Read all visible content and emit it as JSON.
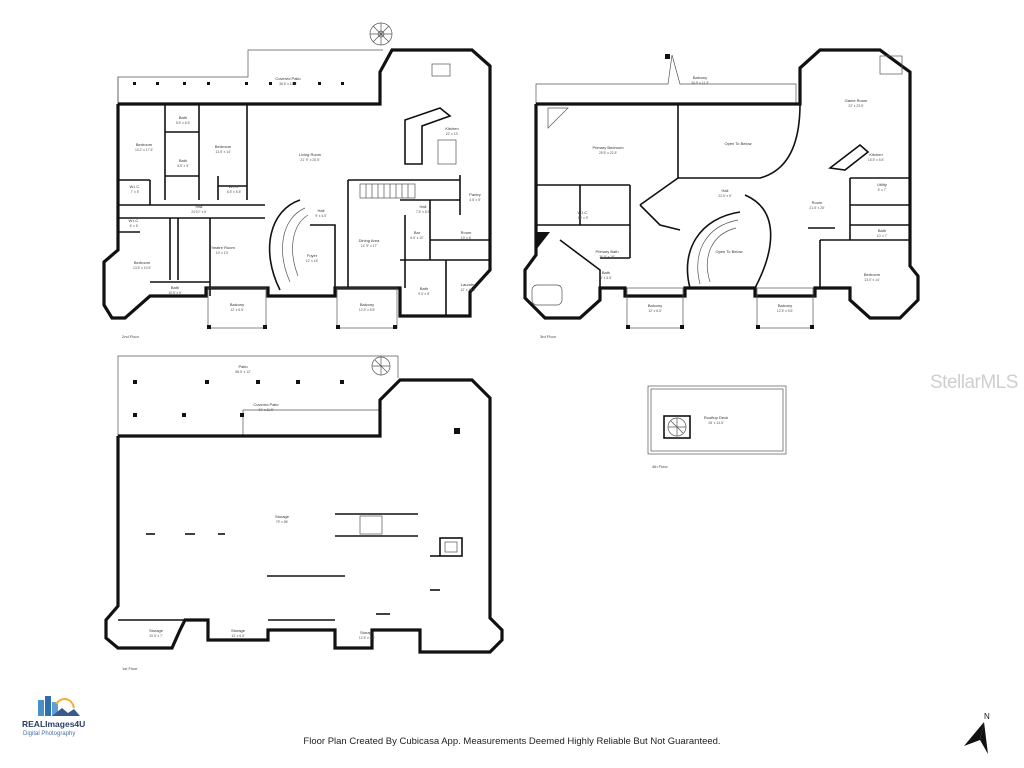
{
  "floors": {
    "second": {
      "label": "2nd Floor",
      "rooms": [
        {
          "id": "covered-patio",
          "name": "Covered Patio",
          "dims": "36.5' x 11.5'"
        },
        {
          "id": "living-room",
          "name": "Living Room",
          "dims": "21' 9\" x 20.5'"
        },
        {
          "id": "kitchen",
          "name": "Kitchen",
          "dims": "22' x 13'"
        },
        {
          "id": "bedroom-a",
          "name": "Bedroom",
          "dims": "10.2' x 17.5'"
        },
        {
          "id": "bath-a",
          "name": "Bath",
          "dims": "5.5' x 6.5'"
        },
        {
          "id": "bath-b",
          "name": "Bath",
          "dims": "5.5' x 9'"
        },
        {
          "id": "bedroom-b",
          "name": "Bedroom",
          "dims": "13.5' x 14'"
        },
        {
          "id": "wic-a",
          "name": "W.I.C.",
          "dims": "6.5' x 5.5'"
        },
        {
          "id": "wic-b",
          "name": "W.I.C.",
          "dims": "7' x 5'"
        },
        {
          "id": "hall-a",
          "name": "Hall",
          "dims": "24'10\" x 6'"
        },
        {
          "id": "hall-b",
          "name": "Hall",
          "dims": "9' x 4.5'"
        },
        {
          "id": "wic-c",
          "name": "W.I.C.",
          "dims": "6' x 6'"
        },
        {
          "id": "theatre",
          "name": "Theatre Room",
          "dims": "19' x 13'"
        },
        {
          "id": "foyer",
          "name": "Foyer",
          "dims": "12' x 16'"
        },
        {
          "id": "dining",
          "name": "Dining Area",
          "dims": "14' 9\" x 17'"
        },
        {
          "id": "pantry",
          "name": "Pantry",
          "dims": "4.5' x 5'"
        },
        {
          "id": "hall-c",
          "name": "Hall",
          "dims": "7.5' x 8.5'"
        },
        {
          "id": "bar",
          "name": "Bar",
          "dims": "6.5' x 10'"
        },
        {
          "id": "room-a",
          "name": "Room",
          "dims": "13' x 6'"
        },
        {
          "id": "bedroom-c",
          "name": "Bedroom",
          "dims": "13.5' x 19.5'"
        },
        {
          "id": "bath-c",
          "name": "Bath",
          "dims": "10.5' x 6'"
        },
        {
          "id": "balcony-a",
          "name": "Balcony",
          "dims": "12' x 6.5'"
        },
        {
          "id": "balcony-b",
          "name": "Balcony",
          "dims": "12.5' x 5.5'"
        },
        {
          "id": "bath-d",
          "name": "Bath",
          "dims": "9.5' x 8'"
        },
        {
          "id": "laundry",
          "name": "Laundry",
          "dims": "12' x 13.5'"
        }
      ]
    },
    "third": {
      "label": "3rd Floor",
      "rooms": [
        {
          "id": "balcony-top",
          "name": "Balcony",
          "dims": "34.5' x 11.5'"
        },
        {
          "id": "primary-bedroom",
          "name": "Primary Bedroom",
          "dims": "25.5' x 22.5'"
        },
        {
          "id": "open-below-1",
          "name": "Open To Below",
          "dims": ""
        },
        {
          "id": "game-room",
          "name": "Game Room",
          "dims": "22' x 23.5'"
        },
        {
          "id": "kitchen-3",
          "name": "Kitchen",
          "dims": "15.5' x 5.5'"
        },
        {
          "id": "wic-3",
          "name": "W.I.C.",
          "dims": "18' x 9'"
        },
        {
          "id": "hall-3",
          "name": "Hall",
          "dims": "22.5' x 9'"
        },
        {
          "id": "utility",
          "name": "Utility",
          "dims": "6' x 7'"
        },
        {
          "id": "room-3",
          "name": "Room",
          "dims": "21.5' x 25'"
        },
        {
          "id": "primary-bath",
          "name": "Primary Bath",
          "dims": "30.5' x 18'"
        },
        {
          "id": "bath-3a",
          "name": "Bath",
          "dims": "6' x 5.5'"
        },
        {
          "id": "open-below-2",
          "name": "Open To Below",
          "dims": ""
        },
        {
          "id": "bath-3b",
          "name": "Bath",
          "dims": "10' x 7'"
        },
        {
          "id": "bedroom-3",
          "name": "Bedroom",
          "dims": "13.0' x 14'"
        },
        {
          "id": "balcony-3a",
          "name": "Balcony",
          "dims": "12' x 6.5'"
        },
        {
          "id": "balcony-3b",
          "name": "Balcony",
          "dims": "12.5' x 9.5'"
        }
      ]
    },
    "first": {
      "label": "1st Floor",
      "rooms": [
        {
          "id": "patio",
          "name": "Patio",
          "dims": "58.5' x 12'"
        },
        {
          "id": "covered-patio-1",
          "name": "Covered Patio",
          "dims": "34' x 11.5'"
        },
        {
          "id": "storage-main",
          "name": "Storage",
          "dims": "79' x 56'"
        },
        {
          "id": "storage-1",
          "name": "Storage",
          "dims": "20.5' x 7'"
        },
        {
          "id": "storage-2",
          "name": "Storage",
          "dims": "12' x 6.5'"
        },
        {
          "id": "storage-3",
          "name": "Storage",
          "dims": "12.5' x 6.5'"
        }
      ]
    },
    "fourth": {
      "label": "4th Floor",
      "rooms": [
        {
          "id": "rooftop-deck",
          "name": "Rooftop Deck",
          "dims": "28' x 14.5'"
        }
      ]
    }
  },
  "watermark": "StellarMLS",
  "logo": {
    "name": "REALImages4U",
    "sub": "Digital Photography"
  },
  "north_label": "N",
  "footer": "Floor Plan Created By Cubicasa App. Measurements Deemed Highly Reliable But Not Guaranteed."
}
